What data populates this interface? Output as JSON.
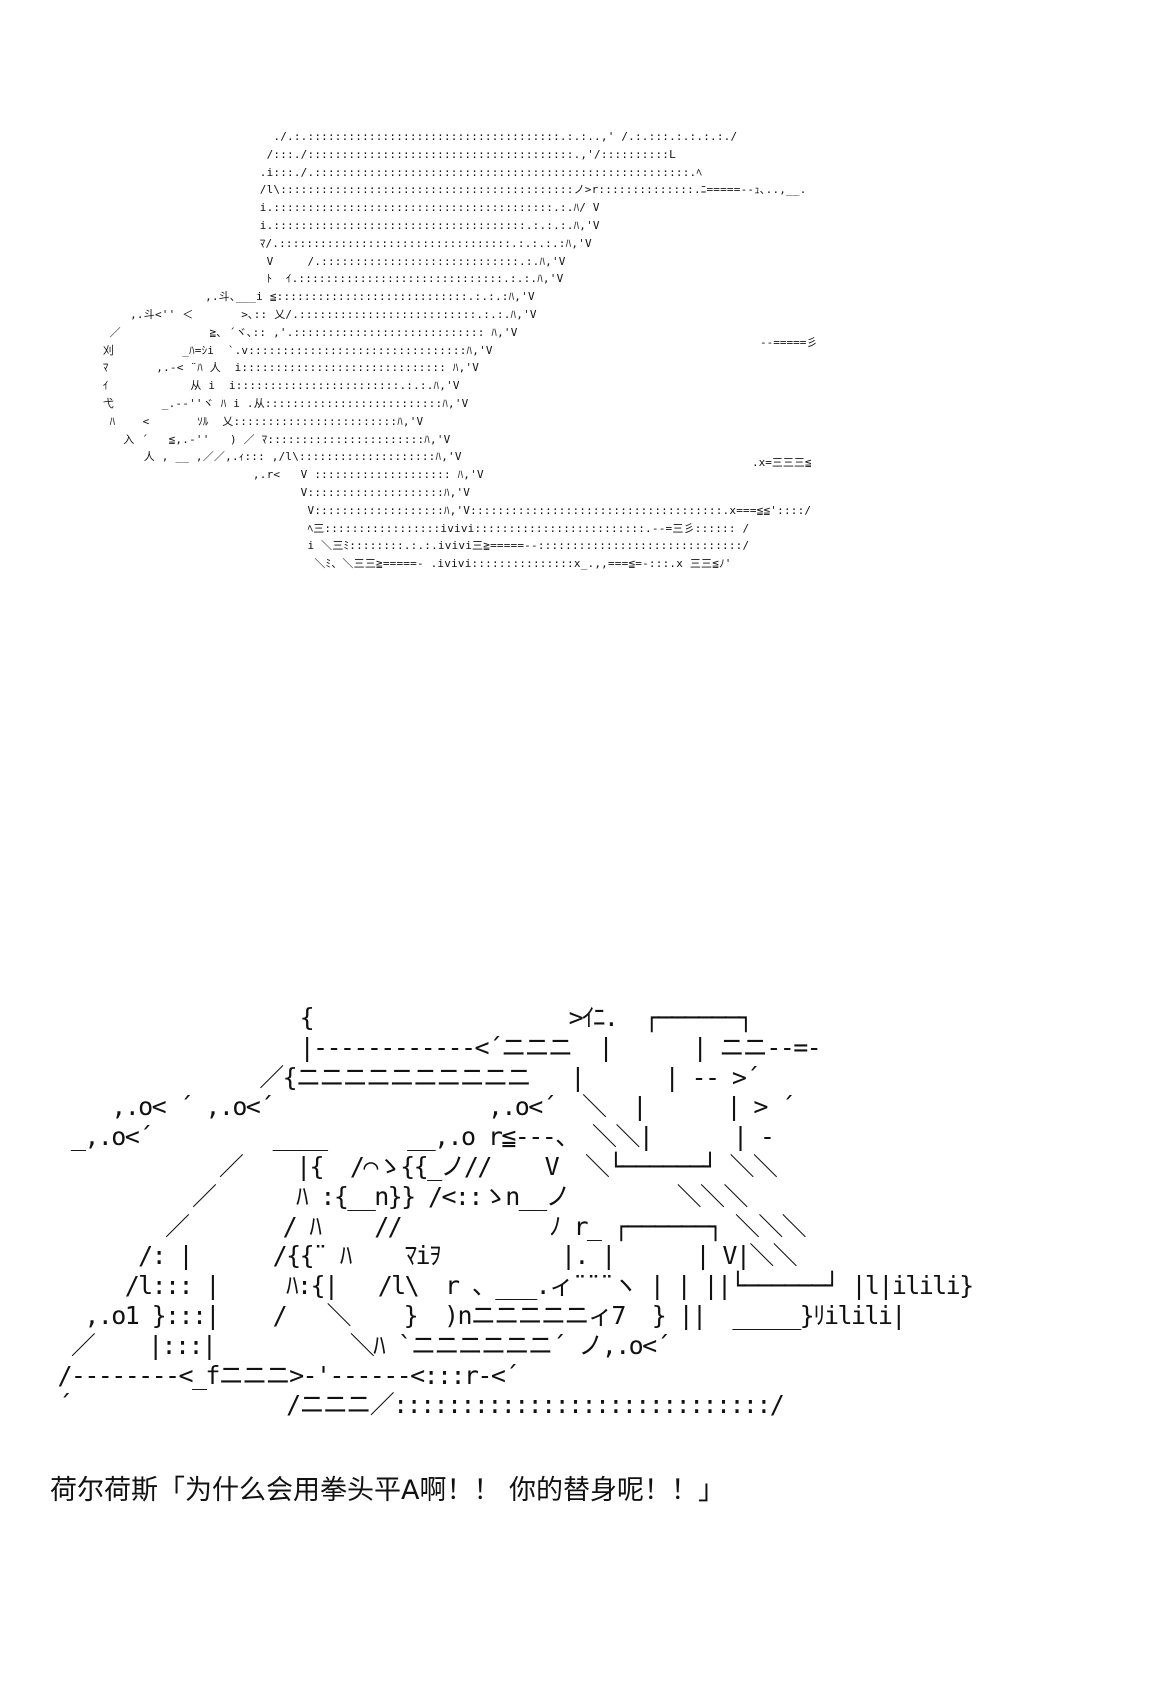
{
  "art_top": [
    "                          ./.:.:::::::::::::::::::::::::::::::::::::.:.:..,' /.:.:::.:.:.:.:./",
    "                         /:::./:::::::::::::::::::::::::::::::::::::::.,'/::::::::::L",
    "                        .i:::./.:::::::::::::::::::::::::::::::::::::::::::::::::::::::.ﾍ",
    "                        /l\\:::::::::::::::::::::::::::::::::::::::::::ノ>r::::::::::::::.ﾆ=====‐‐ｭ､..,__.",
    "                        i.:::::::::::::::::::::::::::::::::::::::::.:.ﾊ/ V",
    "                        i.:::::::::::::::::::::::::::::::::::::.:.:.:.ﾊ,'V",
    "                        ﾏ/.::::::::::::::::::::::::::::::::::.:.:.:.:ﾊ,'V",
    "                         V     /.:::::::::::::::::::::::::::::.:.ﾊ,'V",
    "                         ﾄ  ｲ.::::::::::::::::::::::::::::::.:.:.ﾊ,'V",
    "                ,.斗､___i ≦::::::::::::::::::::::::::::.:.:.:ﾊ,'V",
    "     ,.斗<'' ＜       >､:: 乂/.::::::::::::::::::::::::::.:.:.ﾊ,'V",
    "  ／             ≧､ ´ヾ､:: ,'.:::::::::::::::::::::::::::: ﾊ,'V",
    " 刈          _ﾊ=ｼi  `.v::::::::::::::::::::::::::::::::ﾊ,'V",
    " ﾏ       ,.-< ¨ﾊ 人  i:::::::::::::::::::::::::::::: ﾊ,'V",
    " ｲ            从 i  i::::::::::::::::::::::::.:.:.ﾊ,'V",
    " 弋       _.-‐''ヾ ﾊ i .从::::::::::::::::::::::::::ﾊ,'V",
    "  ﾊ    <       ｿﾙ  乂::::::::::::::::::::::::ﾊ,'V",
    "    入 ´   ≦,.-''   ) ／ ﾏ:::::::::::::::::::::::ﾊ,'V",
    "       人 , __ ,／／,.ｨ::: ,/l\\::::::::::::::::::::ﾊ,'V",
    "                       ,.r<   V :::::::::::::::::::: ﾊ,'V",
    "                              V::::::::::::::::::::ﾊ,'V",
    "                               V:::::::::::::::::::ﾊ,'V:::::::::::::::::::::::::::::::::::::.x===≦≦'::::/",
    "                               ﾍ三:::::::::::::::::ivivi:::::::::::::::::::::::::.‐‐=三彡:::::: /",
    "                               i ＼三ﾐ::::::::.:.:.ivivi三≧=====‐‐::::::::::::::::::::::::::::::/",
    "                                ＼ﾐ、＼三三≧=====‐ .ivivi:::::::::::::::x_.,,===≦=‐:::.x 三三≦ﾉ'"
  ],
  "art_top_side": "--=====彡",
  "art_top_side2": ".x=三三三≦",
  "art_bottom": [
    "                   {                   >ｲﾆ.  ┌──────┐",
    "                   |------------<´ニニニ  |      | ニニ-‐=-",
    "                ／{ニニニニニニニニニニ   |      | -- >´",
    "     ,.o< ´ ,.o<´                ,.o<´  ＼  |      | > ´",
    "  _,.o<´         ____      __,.o r≦---、 ＼＼|      | -",
    "             ／    |{  /⌒ゝ{{_ノ//    V  ＼└──────┘ ＼＼",
    "           ／      ﾊ :{__n}} /<::ゝn__ノ        ＼＼＼",
    "         ／       / ﾊ    //           ﾉ r_ ┌──────┐ ＼＼＼",
    "       /: |      /{{¨ ﾊ    ﾏiｦ         |. |      | V|＼＼",
    "      /l::: |     ﾊ:{|   /l\\  r 、___.ィ¨¨¨ヽ | | ||└──────┘ |l|ilili}",
    "   ,.o1 }:::|    /   ＼    }  )nニニニニニィ7  } ||  _____}ﾘilili|",
    "  ／    |:::|          ＼ﾊ `ニニニニニニ´ ノ,.o<´",
    " /--------<_fニニニ>-'------<:::r-<´",
    " ´                /ニニニ／::::::::::::::::::::::::::::/"
  ],
  "caption": "荷尔荷斯「为什么会用拳头平A啊！！ 你的替身呢！！」"
}
